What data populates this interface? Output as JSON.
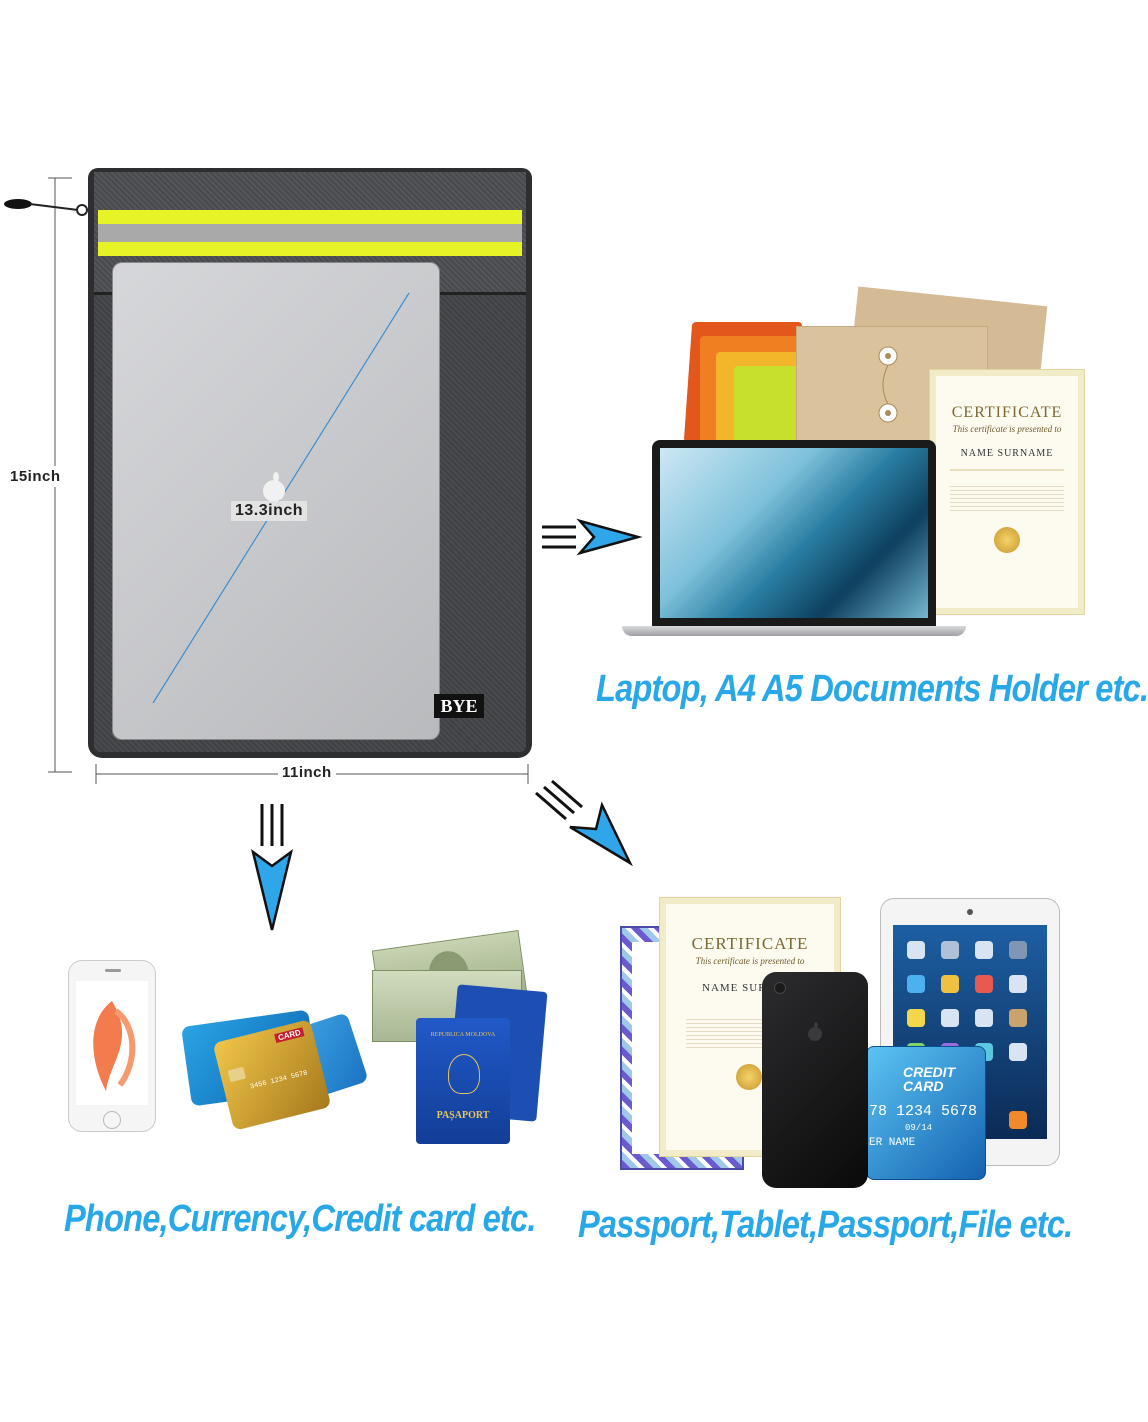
{
  "colors": {
    "caption": "#29a8e8",
    "pouch": "#3a3b3d",
    "stripe_yellow": "#e7f227",
    "stripe_gray": "#a9a9a9",
    "laptop": "#c9cacd",
    "arrow_blue": "#2fa6ea"
  },
  "pouch": {
    "brand": "BYE",
    "laptop_size": "13.3inch"
  },
  "dimensions": {
    "height": "15inch",
    "width": "11inch"
  },
  "captions": {
    "laptop_docs": "Laptop, A4 A5 Documents Holder etc.",
    "phone_currency": "Phone,Currency,Credit card etc.",
    "passport_tablet": "Passport,Tablet,Passport,File etc."
  },
  "certificate": {
    "title": "CERTIFICATE",
    "subtitle": "This certificate is presented to",
    "name": "NAME SURNAME"
  },
  "certificate_small": {
    "title": "CERTIFICATE",
    "subtitle": "This certificate is presented to",
    "name": "NAME SUR"
  },
  "cards": {
    "blue_card_label": "CREDIT CARD",
    "blue_card_number": "78 1234 5678",
    "blue_card_name": "ER NAME",
    "blue_card_date": "09/14",
    "gold_card_label": "CARD",
    "gold_card_number": "3456 1234 5678"
  },
  "passport": {
    "country": "REPUBLICA MOLDOVA",
    "label": "PAȘAPORT"
  },
  "icons": [
    "arrow-right-icon",
    "arrow-down-icon",
    "arrow-diagonal-icon",
    "apple-logo-icon"
  ]
}
